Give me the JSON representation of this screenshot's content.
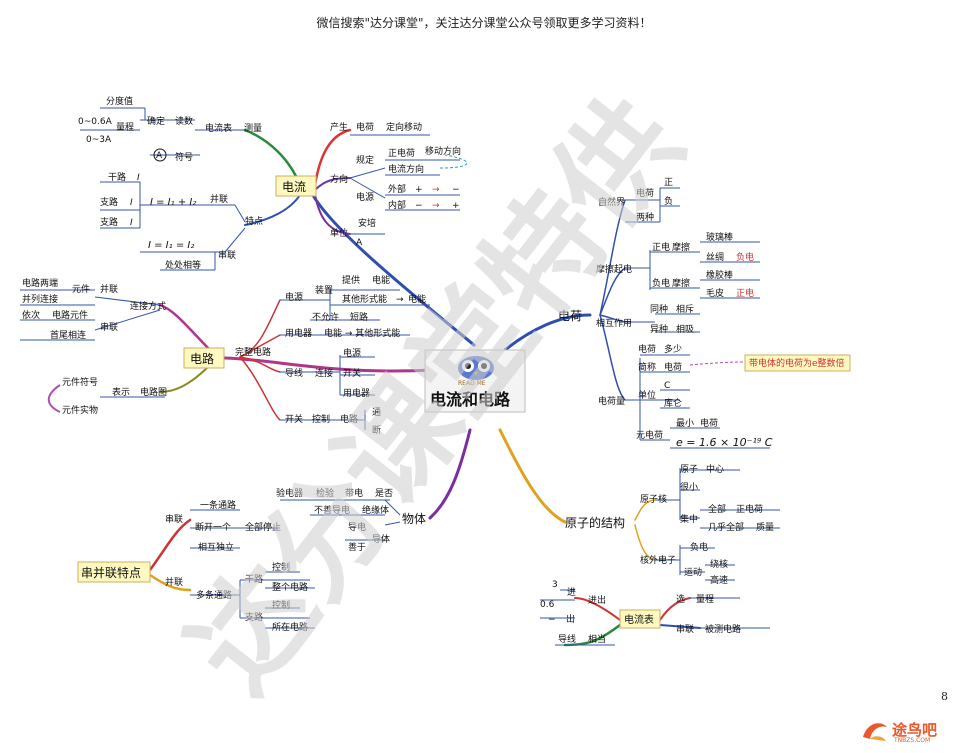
{
  "header": {
    "note": "微信搜索\"达分课堂\"，关注达分课堂公众号领取更多学习资料！"
  },
  "page_number": "8",
  "watermark": "达分课堂特供",
  "logo": {
    "name": "途鸟吧",
    "url": "TNBZS.COM"
  },
  "center": {
    "title": "电流和电路",
    "badge": "READ ME"
  },
  "current": {
    "title": "电流",
    "measure": {
      "label": "测量",
      "ammeter": "电流表",
      "read": "读数",
      "determine": "确定",
      "div_value": "分度值",
      "range": "量程",
      "r1": "0~0.6A",
      "r2": "0~3A",
      "symbol": "符号",
      "symbol_glyph": "A"
    },
    "features": {
      "label": "特点",
      "parallel": "并联",
      "series": "串联",
      "trunk": "干路",
      "branch1": "支路",
      "branch2": "支路",
      "i_total": "I",
      "i1": "I",
      "i2": "I",
      "sub1": "1",
      "sub2": "2",
      "eq1": "I = I₁ + I₂",
      "eq2": "I = I₁ = I₂",
      "same": "处处相等"
    },
    "generate": {
      "label": "产生",
      "charge": "电荷",
      "move": "定向移动"
    },
    "direction": {
      "label": "方向",
      "rule": "规定",
      "pos_charge": "正电荷",
      "move_dir": "移动方向",
      "current_dir": "电流方向",
      "source": "电源",
      "outer": "外部",
      "inner": "内部",
      "p1": "+",
      "a1": "→",
      "m1": "−",
      "m2": "−",
      "a2": "→",
      "p2": "+"
    },
    "unit": {
      "label": "单位",
      "name": "安培",
      "symbol": "A"
    }
  },
  "circuit": {
    "title": "电路",
    "connection": {
      "label": "连接方式",
      "parallel": "并联",
      "series": "串联",
      "p1": "电路两端",
      "p2": "并列连接",
      "p3": "元件",
      "s1": "依次",
      "s2": "首尾相连",
      "s3": "电路元件"
    },
    "diagram": {
      "label": "电路图",
      "express": "表示",
      "sym": "元件符号",
      "real": "元件实物"
    },
    "complete": {
      "label": "完整电路",
      "source": "电源",
      "device": "装置",
      "provide": "提供",
      "energy": "电能",
      "other": "其他形式能",
      "arrow": "→",
      "energy2": "电能",
      "not_allowed": "不允许",
      "short": "短路",
      "appliance": "用电器",
      "conv": "电能 → 其他形式能",
      "wire": "导线",
      "connect": "连接",
      "src2": "电源",
      "switch": "开关",
      "app2": "用电器",
      "sw2": "开关",
      "control": "控制",
      "circ": "电路",
      "on": "通",
      "off": "断"
    }
  },
  "series_parallel": {
    "title": "串并联特点",
    "series": {
      "label": "串联",
      "one_path": "一条通路",
      "break_one": "断开一个",
      "all_stop": "全部停止"
    },
    "parallel": {
      "label": "并联",
      "independent": "相互独立",
      "multi": "多条通路",
      "trunk": "干路",
      "ctrl1": "控制",
      "whole": "整个电路",
      "branch": "支路",
      "ctrl2": "控制",
      "own": "所在电路"
    }
  },
  "matter": {
    "title": "物体",
    "detector": "验电器",
    "check": "检验",
    "charged": "带电",
    "whether": "是否",
    "not_easy": "不善导电",
    "insulator": "绝缘体",
    "conductor": "导体",
    "conduct": "导电",
    "good": "善于"
  },
  "charge": {
    "title": "电荷",
    "nature": {
      "label": "自然界",
      "charges": "电荷",
      "pos": "正",
      "neg": "负",
      "two": "两种"
    },
    "friction": {
      "label": "摩擦起电",
      "pos": "正电",
      "neg": "负电",
      "rub1": "摩擦",
      "rub2": "摩擦",
      "glass": "玻璃棒",
      "silk": "丝绸",
      "negc": "负电",
      "rubber": "橡胶棒",
      "fur": "毛皮",
      "posc": "正电"
    },
    "interaction": {
      "label": "相互作用",
      "same": "同种",
      "repel": "相斥",
      "diff": "异种",
      "attract": "相吸"
    },
    "amount": {
      "label": "电荷量",
      "charge": "电荷",
      "much": "多少",
      "abbr": "简称",
      "q": "电荷",
      "unit": "单位",
      "c": "C",
      "coulomb": "库仑",
      "elem": "元电荷",
      "min": "最小",
      "q2": "电荷",
      "e": "e = 1.6 × 10⁻¹⁹ C",
      "note": "带电体的电荷为e整数倍"
    }
  },
  "atom": {
    "title": "原子的结构",
    "nucleus": "原子核",
    "atom": "原子",
    "center": "中心",
    "tiny": "很小",
    "concentrated": "集中",
    "all": "全部",
    "posc": "正电荷",
    "almost": "几乎全部",
    "mass": "质量",
    "electron": "核外电子",
    "negc": "负电",
    "motion": "运动",
    "around": "绕核",
    "fast": "高速"
  },
  "ammeter": {
    "title": "电流表",
    "in": "进",
    "out": "出",
    "in_out": "进出",
    "r3": "3",
    "r06": "0.6",
    "minus": "−",
    "choose": "选",
    "range": "量程",
    "series": "串联",
    "measured": "被测电路",
    "wire": "导线",
    "equal": "相当"
  }
}
